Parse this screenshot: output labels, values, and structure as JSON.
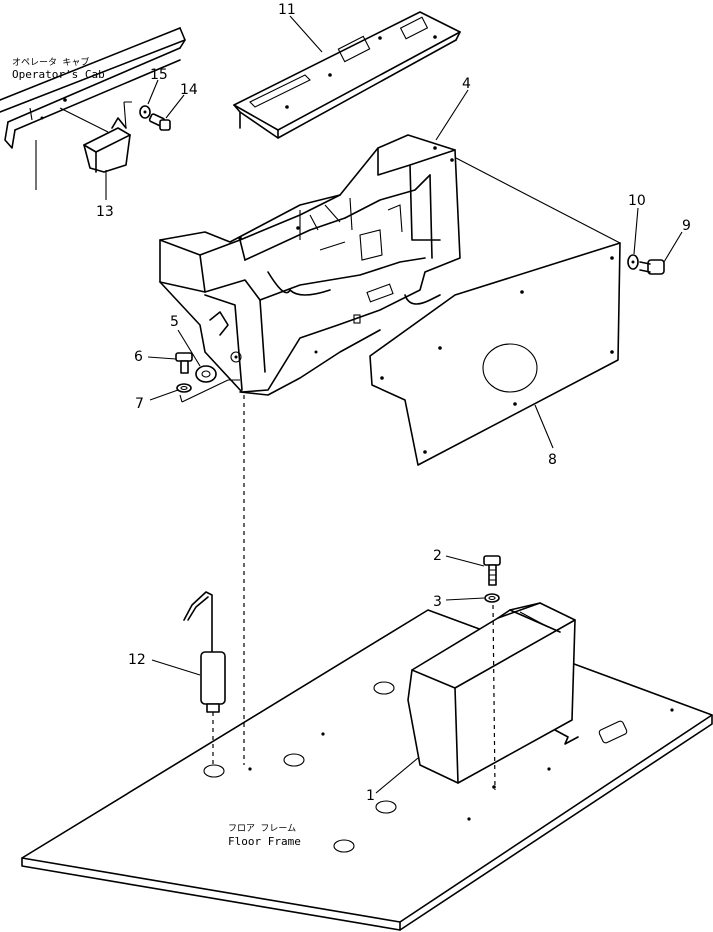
{
  "labels": {
    "cab_jp": "オペレータ キャブ",
    "cab_en": "Operator's Cab",
    "floor_jp": "フロア フレーム",
    "floor_en": "Floor Frame"
  },
  "parts": [
    "1",
    "2",
    "3",
    "4",
    "5",
    "6",
    "7",
    "8",
    "9",
    "10",
    "11",
    "12",
    "13",
    "14",
    "15"
  ]
}
